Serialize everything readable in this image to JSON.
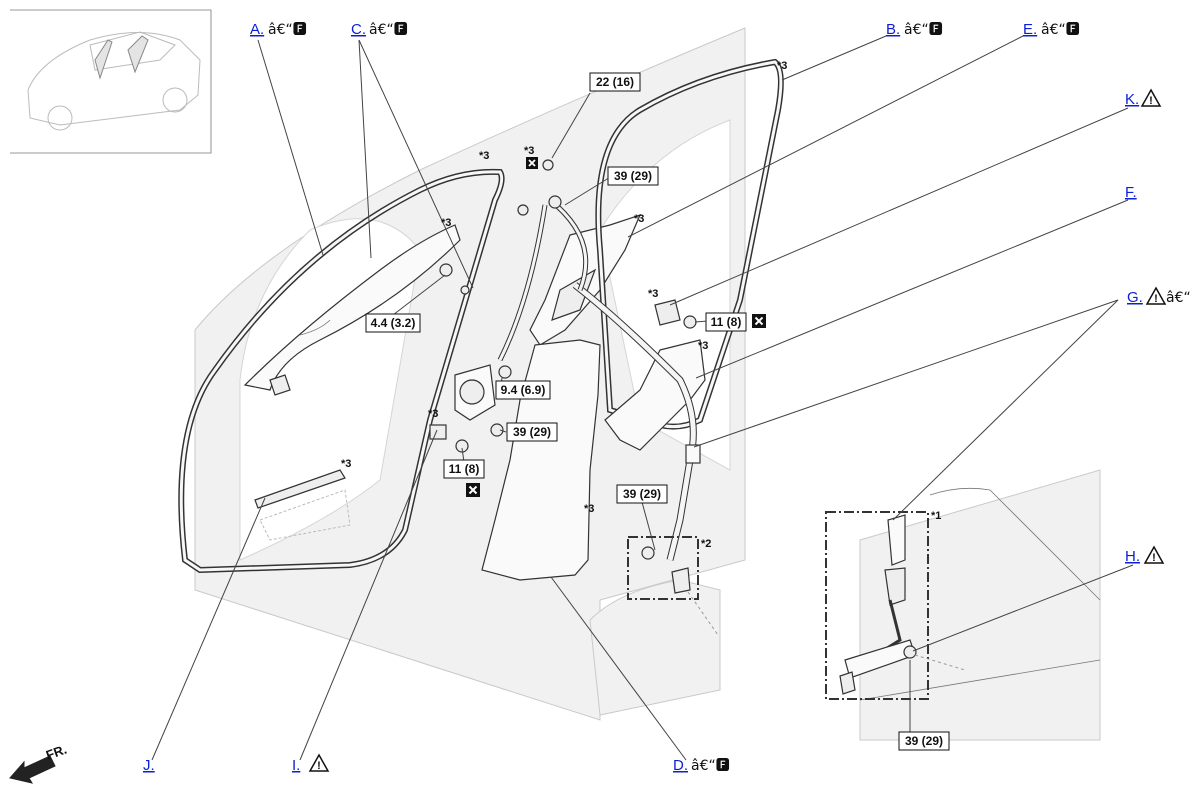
{
  "labels": {
    "A": {
      "text": "A.",
      "suffix": "â€“🅵"
    },
    "B": {
      "text": "B.",
      "suffix": "â€“🅵"
    },
    "C": {
      "text": "C.",
      "suffix": "â€“🅵"
    },
    "D": {
      "text": "D.",
      "suffix": "â€“🅵"
    },
    "E": {
      "text": "E.",
      "suffix": "â€“🅵"
    },
    "F": {
      "text": "F.",
      "suffix": ""
    },
    "G": {
      "text": "G.",
      "suffix": "â€“"
    },
    "H": {
      "text": "H.",
      "suffix": ""
    },
    "I": {
      "text": "I.",
      "suffix": ""
    },
    "J": {
      "text": "J.",
      "suffix": ""
    },
    "K": {
      "text": "K.",
      "suffix": ""
    }
  },
  "torques": {
    "t1": "22 (16)",
    "t2": "39 (29)",
    "t3": "4.4 (3.2)",
    "t4": "11 (8)",
    "t5": "9.4 (6.9)",
    "t6": "39 (29)",
    "t7": "11 (8)",
    "t8": "39 (29)",
    "t9": "39 (29)"
  },
  "markers": {
    "s1": "*1",
    "s2": "*2",
    "s3": "*3"
  },
  "direction": {
    "front": "FR."
  },
  "colors": {
    "link": "#0b1fd6",
    "line": "#333333",
    "ghost": "#c9c9c9"
  }
}
